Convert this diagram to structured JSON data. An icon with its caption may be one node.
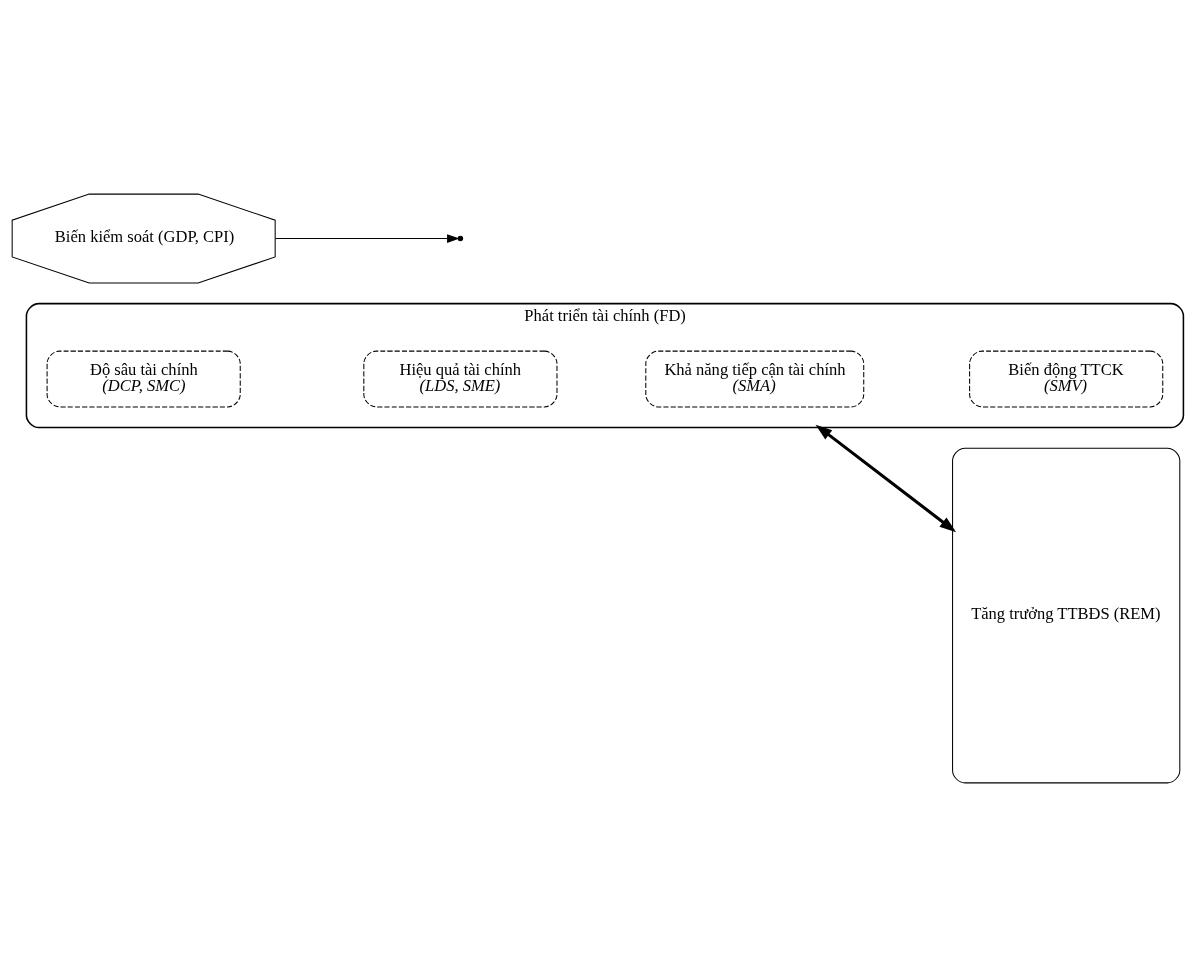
{
  "diagram": {
    "nodes": [
      {
        "text": [
          "Phát triển tài chính (FD)"
        ]
      },
      {
        "text": [
          "Độ sâu tài chính",
          "(DCP, SMC)"
        ],
        "in": 0
      },
      {
        "text": [
          "Hiệu quả tài chính",
          "(LDS, SME)"
        ],
        "in": 0
      },
      {
        "text": [
          "Khả năng tiếp cận tài chính",
          "(SMA)"
        ],
        "in": 0
      },
      {
        "text": [
          "Biến động TTCK",
          "(SMV)"
        ],
        "in": 0
      },
      {
        "text": [
          "Tăng trưởng TTBĐS (REM)"
        ]
      },
      {
        "text": [
          "Biến kiểm soát (GDP, CPI)"
        ]
      }
    ],
    "edges": [
      {
        "from": 0,
        "to": 5,
        "arrow": "both",
        "style": "thick"
      },
      {
        "from": 6,
        "to": null,
        "arrow": "to"
      }
    ]
  }
}
